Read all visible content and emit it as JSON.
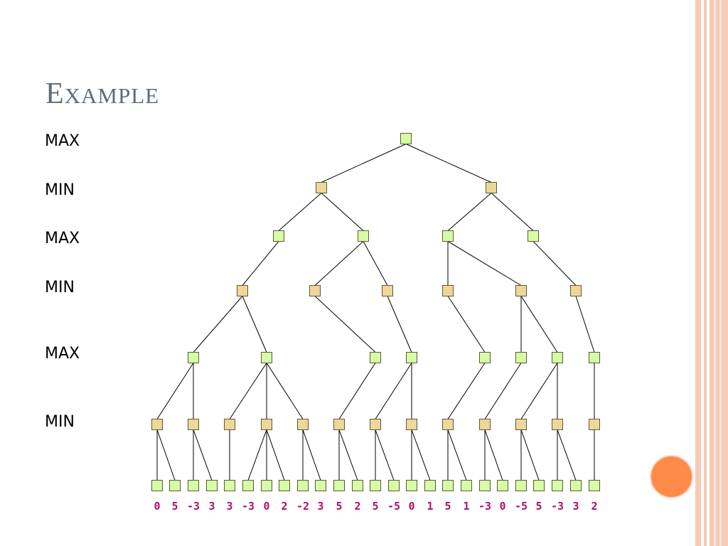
{
  "title": {
    "first": "E",
    "rest": "XAMPLE"
  },
  "level_labels": [
    "MAX",
    "MIN",
    "MAX",
    "MIN",
    "MAX",
    "MIN"
  ],
  "leaf_values": [
    "0",
    "5",
    "-3",
    "3",
    "3",
    "-3",
    "0",
    "2",
    "-2",
    "3",
    "5",
    "2",
    "5",
    "-5",
    "0",
    "1",
    "5",
    "1",
    "-3",
    "0",
    "-5",
    "5",
    "-3",
    "3",
    "2"
  ],
  "colors": {
    "max_node": "#d6fca6",
    "min_node": "#efd699",
    "node_border": "#5a5a3a",
    "leaf_value": "#b0106a",
    "title": "#5d6b7a",
    "accent_circle": "#ff8a4a"
  }
}
